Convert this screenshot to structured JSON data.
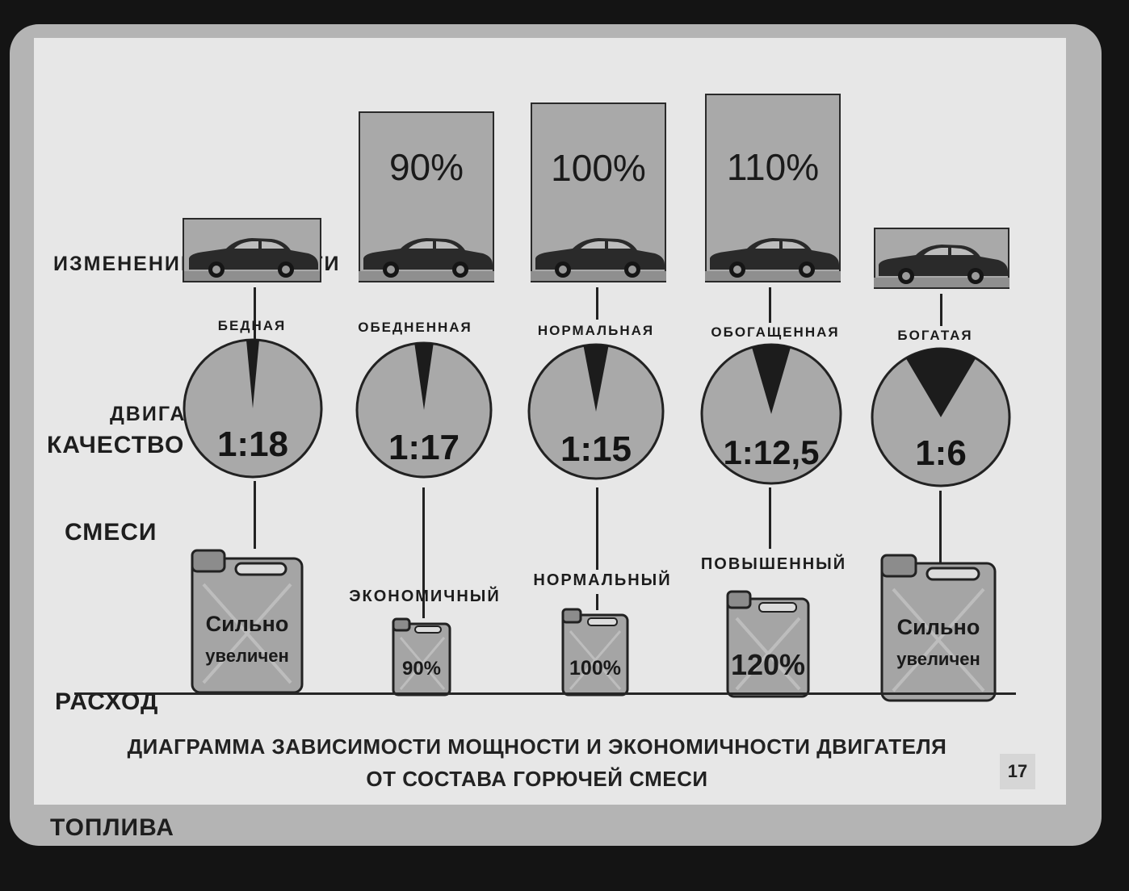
{
  "labels": {
    "power": [
      "ИЗМЕНЕНИЕ МОЩНОСТИ",
      "ДВИГАТЕЛЯ"
    ],
    "mixture": [
      "КАЧЕСТВО",
      "СМЕСИ"
    ],
    "fuel": [
      "РАСХОД",
      "ТОПЛИВА"
    ]
  },
  "columns": [
    {
      "mixture": "БЕДНАЯ",
      "ratio": "1:18",
      "power": "",
      "consumption_label": "",
      "can_text": [
        "Сильно",
        "увеличен"
      ],
      "wedge_fraction": 0.03
    },
    {
      "mixture": "ОБЕДНЕННАЯ",
      "ratio": "1:17",
      "power": "90%",
      "consumption_label": "ЭКОНОМИЧНЫЙ",
      "can_text": [
        "90%"
      ],
      "wedge_fraction": 0.045
    },
    {
      "mixture": "НОРМАЛЬНАЯ",
      "ratio": "1:15",
      "power": "100%",
      "consumption_label": "НОРМАЛЬНЫЙ",
      "can_text": [
        "100%"
      ],
      "wedge_fraction": 0.06
    },
    {
      "mixture": "ОБОГАЩЕННАЯ",
      "ratio": "1:12,5",
      "power": "110%",
      "consumption_label": "ПОВЫШЕННЫЙ",
      "can_text": [
        "120%"
      ],
      "wedge_fraction": 0.09
    },
    {
      "mixture": "БОГАТАЯ",
      "ratio": "1:6",
      "power": "",
      "consumption_label": "",
      "can_text": [
        "Сильно",
        "увеличен"
      ],
      "wedge_fraction": 0.17
    }
  ],
  "footer": {
    "line1": "ДИАГРАММА ЗАВИСИМОСТИ МОЩНОСТИ И ЭКОНОМИЧНОСТИ ДВИГАТЕЛЯ",
    "line2": "ОТ СОСТАВА ГОРЮЧЕЙ СМЕСИ"
  },
  "page_number": "17",
  "colors": {
    "panel": "#e7e7e7",
    "gray": "#a9a9a9",
    "ink": "#1e1e1e",
    "frame": "#141414"
  }
}
